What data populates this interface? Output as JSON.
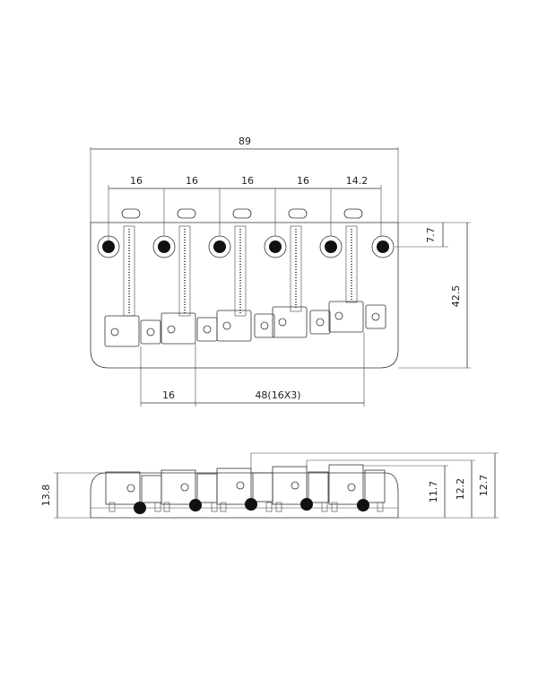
{
  "top_view": {
    "overall_width": "89",
    "string_spacings": [
      "16",
      "16",
      "16",
      "16",
      "14.2"
    ],
    "hole_offset": "7.7",
    "overall_depth": "42.5",
    "saddle_spacing": "16",
    "saddle_span": "48(16X3)"
  },
  "side_view": {
    "base_height": "13.8",
    "heights": [
      "11.7",
      "12.2",
      "12.7"
    ]
  }
}
